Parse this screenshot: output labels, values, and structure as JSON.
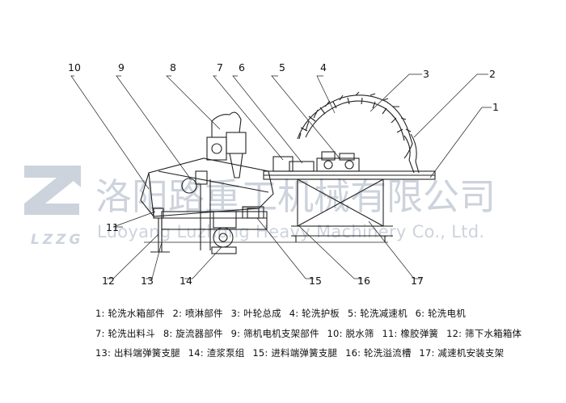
{
  "watermark": {
    "logo_text": "LZZG",
    "company_cn": "洛阳路重工机械有限公司",
    "company_en": "Luoyang Luzhong Heavy Machinery Co., Ltd."
  },
  "callouts": [
    "1",
    "2",
    "3",
    "4",
    "5",
    "6",
    "7",
    "8",
    "9",
    "10",
    "11",
    "12",
    "13",
    "14",
    "15",
    "16",
    "17"
  ],
  "legend": {
    "rows": [
      [
        "1: 轮洗水箱部件",
        "2: 喷淋部件",
        "3: 叶轮总成",
        "4: 轮洗护板",
        "5: 轮洗减速机",
        "6: 轮洗电机"
      ],
      [
        "7: 轮洗出料斗",
        "8: 旋流器部件",
        "9: 筛机电机支架部件",
        "10: 脱水筛",
        "11: 橡胶弹簧",
        "12: 筛下水箱箱体"
      ],
      [
        "13: 出料端弹簧支腿",
        "14: 渣浆泵组",
        "15: 进料端弹簧支腿",
        "16: 轮洗溢流槽",
        "17: 减速机安装支架"
      ]
    ]
  },
  "colors": {
    "line": "#222222",
    "watermark": "#c5ccd6",
    "text": "#111111"
  }
}
